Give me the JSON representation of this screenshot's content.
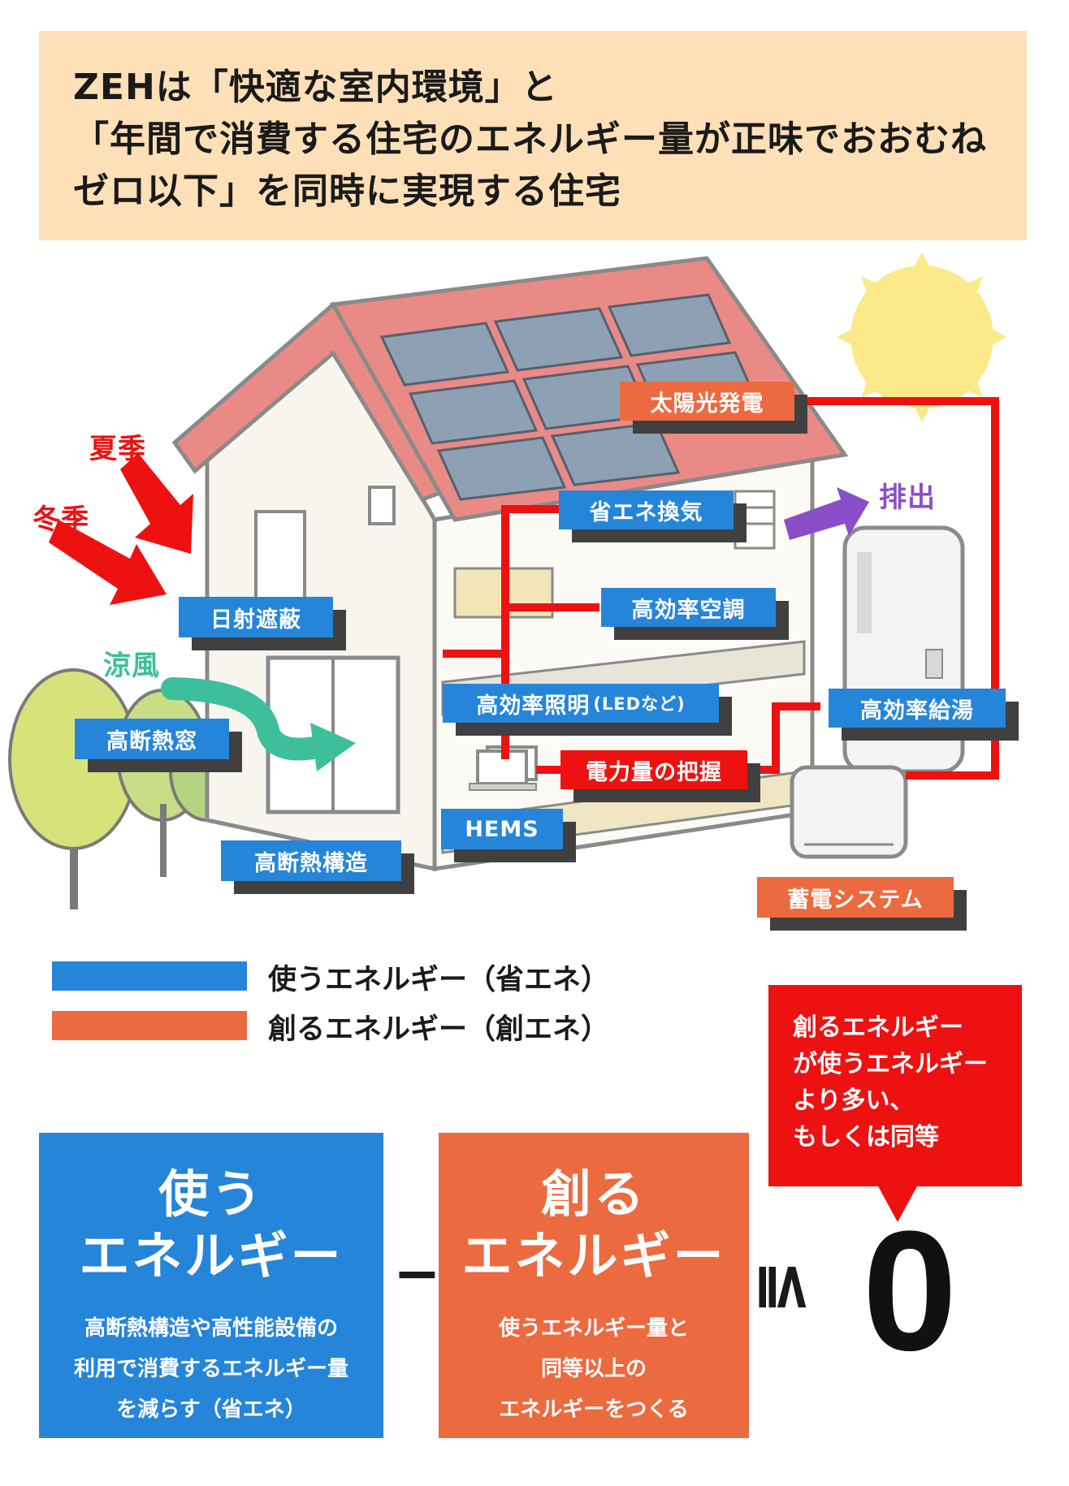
{
  "header": {
    "lines": [
      "ZEHは「快適な室内環境」と",
      "「年間で消費する住宅のエネルギー量が正味でおおむね",
      "ゼロ以下」を同時に実現する住宅"
    ]
  },
  "labels": {
    "solar": "太陽光発電",
    "ventilation": "省エネ換気",
    "aircon": "高効率空調",
    "lighting": "高効率照明",
    "lighting_note": "(LEDなど)",
    "water_heater": "高効率給湯",
    "power_monitor": "電力量の把握",
    "hems": "HEMS",
    "shading": "日射遮蔽",
    "window": "高断熱窓",
    "structure": "高断熱構造",
    "battery": "蓄電システム"
  },
  "words": {
    "summer": "夏季",
    "winter": "冬季",
    "breeze": "涼風",
    "exhaust": "排出"
  },
  "legend": [
    {
      "text": "使うエネルギー（省エネ）",
      "color": "#2585d9"
    },
    {
      "text": "創るエネルギー（創エネ）",
      "color": "#ec6a3f"
    }
  ],
  "callout": {
    "lines": [
      "創るエネルギー",
      "が使うエネルギー",
      "より多い、",
      "もしくは同等"
    ]
  },
  "formula": {
    "use_title_1": "使う",
    "use_title_2": "エネルギー",
    "use_desc_1": "高断熱構造や高性能設備の",
    "use_desc_2": "利用で消費するエネルギー量",
    "use_desc_3": "を減らす（省エネ）",
    "minus": "−",
    "create_title_1": "創る",
    "create_title_2": "エネルギー",
    "create_desc_1": "使うエネルギー量と",
    "create_desc_2": "同等以上の",
    "create_desc_3": "エネルギーをつくる",
    "relation": "≦",
    "zero": "0"
  },
  "colors": {
    "use": "#2585d9",
    "create": "#ec6a3f",
    "red": "#ee1111",
    "header_bg": "#fde0b8",
    "exhaust": "#8a4fc8",
    "breeze": "#3dbf9c"
  }
}
